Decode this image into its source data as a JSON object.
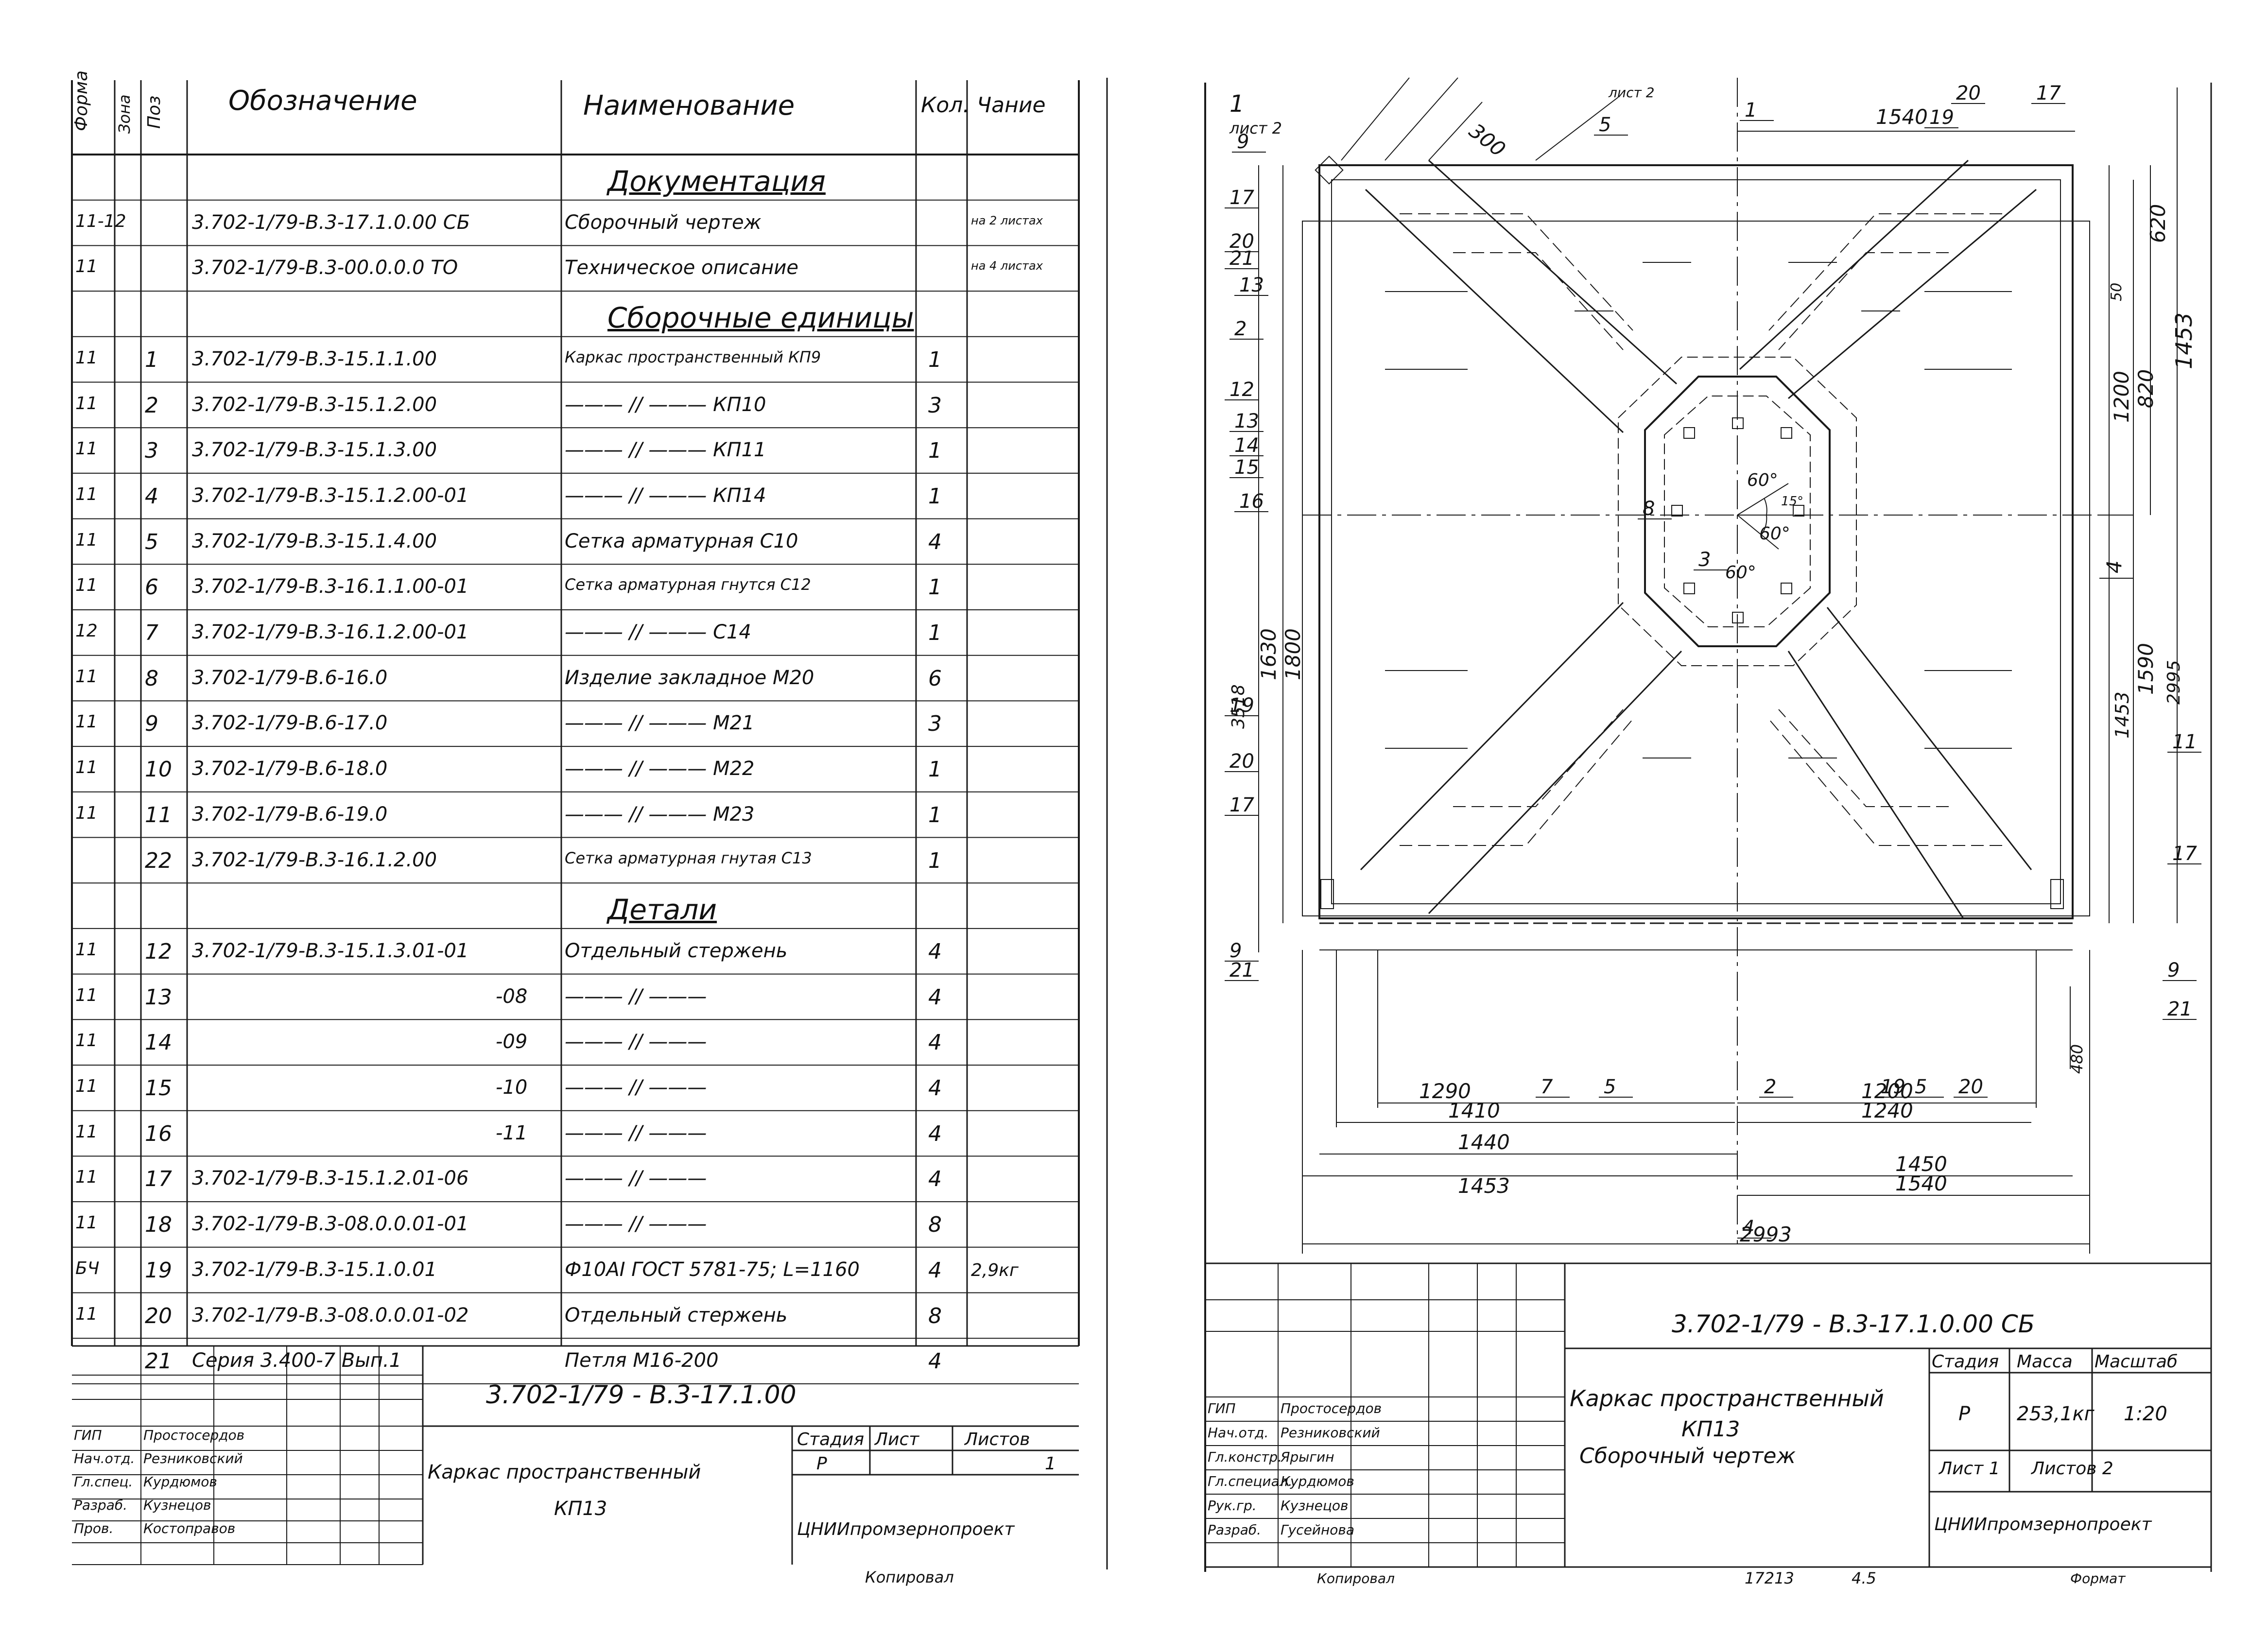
{
  "spec_sheet": {
    "headers": {
      "format": "Форма",
      "zone": "Зона",
      "pos": "Поз",
      "designation": "Обозначение",
      "name": "Наименование",
      "qty": "Кол.",
      "note": "Чание"
    },
    "rows": [
      {
        "kind": "section",
        "name": "Документация"
      },
      {
        "format": "11-12",
        "pos": "",
        "designation": "3.702-1/79-В.3-17.1.0.00 СБ",
        "name": "Сборочный чертеж",
        "qty": "",
        "note": "на 2 листах"
      },
      {
        "format": "11",
        "pos": "",
        "designation": "3.702-1/79-В.3-00.0.0.0 ТО",
        "name": "Техническое описание",
        "qty": "",
        "note": "на 4 листах"
      },
      {
        "kind": "section",
        "name": "Сборочные единицы"
      },
      {
        "format": "11",
        "pos": "1",
        "designation": "3.702-1/79-В.3-15.1.1.00",
        "name": "Каркас пространственный КП9",
        "qty": "1",
        "note": ""
      },
      {
        "format": "11",
        "pos": "2",
        "designation": "3.702-1/79-В.3-15.1.2.00",
        "name": "——— // ——— КП10",
        "qty": "3",
        "note": ""
      },
      {
        "format": "11",
        "pos": "3",
        "designation": "3.702-1/79-В.3-15.1.3.00",
        "name": "——— // ——— КП11",
        "qty": "1",
        "note": ""
      },
      {
        "format": "11",
        "pos": "4",
        "designation": "3.702-1/79-В.3-15.1.2.00-01",
        "name": "——— // ——— КП14",
        "qty": "1",
        "note": ""
      },
      {
        "format": "11",
        "pos": "5",
        "designation": "3.702-1/79-В.3-15.1.4.00",
        "name": "Сетка арматурная С10",
        "qty": "4",
        "note": ""
      },
      {
        "format": "11",
        "pos": "6",
        "designation": "3.702-1/79-В.3-16.1.1.00-01",
        "name": "Сетка арматурная гнутся С12",
        "qty": "1",
        "note": ""
      },
      {
        "format": "12",
        "pos": "7",
        "designation": "3.702-1/79-В.3-16.1.2.00-01",
        "name": "——— // ——— С14",
        "qty": "1",
        "note": ""
      },
      {
        "format": "11",
        "pos": "8",
        "designation": "3.702-1/79-В.6-16.0",
        "name": "Изделие закладное М20",
        "qty": "6",
        "note": ""
      },
      {
        "format": "11",
        "pos": "9",
        "designation": "3.702-1/79-В.6-17.0",
        "name": "——— // ——— М21",
        "qty": "3",
        "note": ""
      },
      {
        "format": "11",
        "pos": "10",
        "designation": "3.702-1/79-В.6-18.0",
        "name": "——— // ——— М22",
        "qty": "1",
        "note": ""
      },
      {
        "format": "11",
        "pos": "11",
        "designation": "3.702-1/79-В.6-19.0",
        "name": "——— // ——— М23",
        "qty": "1",
        "note": ""
      },
      {
        "format": "",
        "pos": "22",
        "designation": "3.702-1/79-В.3-16.1.2.00",
        "name": "Сетка арматурная гнутая С13",
        "qty": "1",
        "note": ""
      },
      {
        "kind": "section",
        "name": "Детали"
      },
      {
        "format": "11",
        "pos": "12",
        "designation": "3.702-1/79-В.3-15.1.3.01-01",
        "name": "Отдельный стержень",
        "qty": "4",
        "note": ""
      },
      {
        "format": "11",
        "pos": "13",
        "designation": "-08",
        "name": "——— // ———",
        "qty": "4",
        "note": ""
      },
      {
        "format": "11",
        "pos": "14",
        "designation": "-09",
        "name": "——— // ———",
        "qty": "4",
        "note": ""
      },
      {
        "format": "11",
        "pos": "15",
        "designation": "-10",
        "name": "——— // ———",
        "qty": "4",
        "note": ""
      },
      {
        "format": "11",
        "pos": "16",
        "designation": "-11",
        "name": "——— // ———",
        "qty": "4",
        "note": ""
      },
      {
        "format": "11",
        "pos": "17",
        "designation": "3.702-1/79-В.3-15.1.2.01-06",
        "name": "——— // ———",
        "qty": "4",
        "note": ""
      },
      {
        "format": "11",
        "pos": "18",
        "designation": "3.702-1/79-В.3-08.0.0.01-01",
        "name": "——— // ———",
        "qty": "8",
        "note": ""
      },
      {
        "format": "БЧ",
        "pos": "19",
        "designation": "3.702-1/79-В.3-15.1.0.01",
        "name": "Ф10АI ГОСТ 5781-75; L=1160",
        "qty": "4",
        "note": "2,9кг"
      },
      {
        "format": "11",
        "pos": "20",
        "designation": "3.702-1/79-В.3-08.0.0.01-02",
        "name": "Отдельный стержень",
        "qty": "8",
        "note": ""
      },
      {
        "format": "",
        "pos": "21",
        "designation": "Серия 3.400-7 Вып.1",
        "name": "Петля М16-200",
        "qty": "4",
        "note": ""
      }
    ],
    "title_block": {
      "code": "3.702-1/79 - В.3-17.1.00",
      "title_line1": "Каркас пространственный",
      "title_line2": "КП13",
      "stage_label": "Стадия",
      "sheet_label": "Лист",
      "sheets_label": "Листов",
      "stage": "Р",
      "sheet": "1",
      "org": "ЦНИИпромзернопроект",
      "roles": [
        {
          "role": "ГИП",
          "person": "Простосердов"
        },
        {
          "role": "Нач.отд.",
          "person": "Резниковский"
        },
        {
          "role": "Гл.спец.",
          "person": "Курдюмов"
        },
        {
          "role": "Разраб.",
          "person": "Кузнецов"
        },
        {
          "role": "Пров.",
          "person": "Костоправов"
        }
      ],
      "footer": "Копировал"
    }
  },
  "drawing_sheet": {
    "top_marks": {
      "section_mark": "1",
      "section_sheet": "лист 2",
      "sheet2": "лист 2"
    },
    "leaders": [
      "9",
      "17",
      "20",
      "21",
      "13",
      "2",
      "12",
      "13",
      "14",
      "15",
      "16",
      "19",
      "20",
      "17",
      "9",
      "21",
      "5",
      "1",
      "19",
      "20",
      "17",
      "3",
      "8",
      "11",
      "17",
      "9",
      "21",
      "7",
      "5",
      "2",
      "19",
      "5",
      "20",
      "4"
    ],
    "dims": {
      "top_300": "300",
      "top_1540": "1540",
      "right_620": "620",
      "right_50": "50",
      "right_1200": "1200",
      "right_820": "820",
      "right_1453": "1453",
      "right_4": "4",
      "right_1453b": "1453",
      "right_1590": "1590",
      "right_2995": "2995",
      "left_3518": "3518",
      "left_1630": "1630",
      "left_1800": "1800",
      "bot_480": "480",
      "b_1290": "1290",
      "b_1200": "1200",
      "b_1410": "1410",
      "b_1240": "1240",
      "b_1440": "1440",
      "b_1450": "1450",
      "b_1453": "1453",
      "b_1540": "1540",
      "b_2993": "2993",
      "ang_60a": "60°",
      "ang_15": "15°",
      "ang_60b": "60°",
      "ang_60c": "60°"
    },
    "title_block": {
      "code": "3.702-1/79 - В.3-17.1.0.00 СБ",
      "title_line1": "Каркас пространственный",
      "title_line2": "КП13",
      "title_line3": "Сборочный чертеж",
      "stage_label": "Стадия",
      "mass_label": "Масса",
      "scale_label": "Масштаб",
      "stage": "Р",
      "mass": "253,1кг",
      "scale": "1:20",
      "sheet": "Лист 1",
      "sheets": "Листов 2",
      "org": "ЦНИИпромзернопроект",
      "roles": [
        {
          "role": "ГИП",
          "person": "Простосердов"
        },
        {
          "role": "Нач.отд.",
          "person": "Резниковский"
        },
        {
          "role": "Гл.констр.",
          "person": "Ярыгин"
        },
        {
          "role": "Гл.специал.",
          "person": "Курдюмов"
        },
        {
          "role": "Рук.гр.",
          "person": "Кузнецов"
        },
        {
          "role": "Разраб.",
          "person": "Гусейнова"
        }
      ],
      "footer_copy": "Копировал",
      "footer_num": "17213",
      "footer_sheet": "4.5",
      "footer_format": "Формат"
    }
  }
}
